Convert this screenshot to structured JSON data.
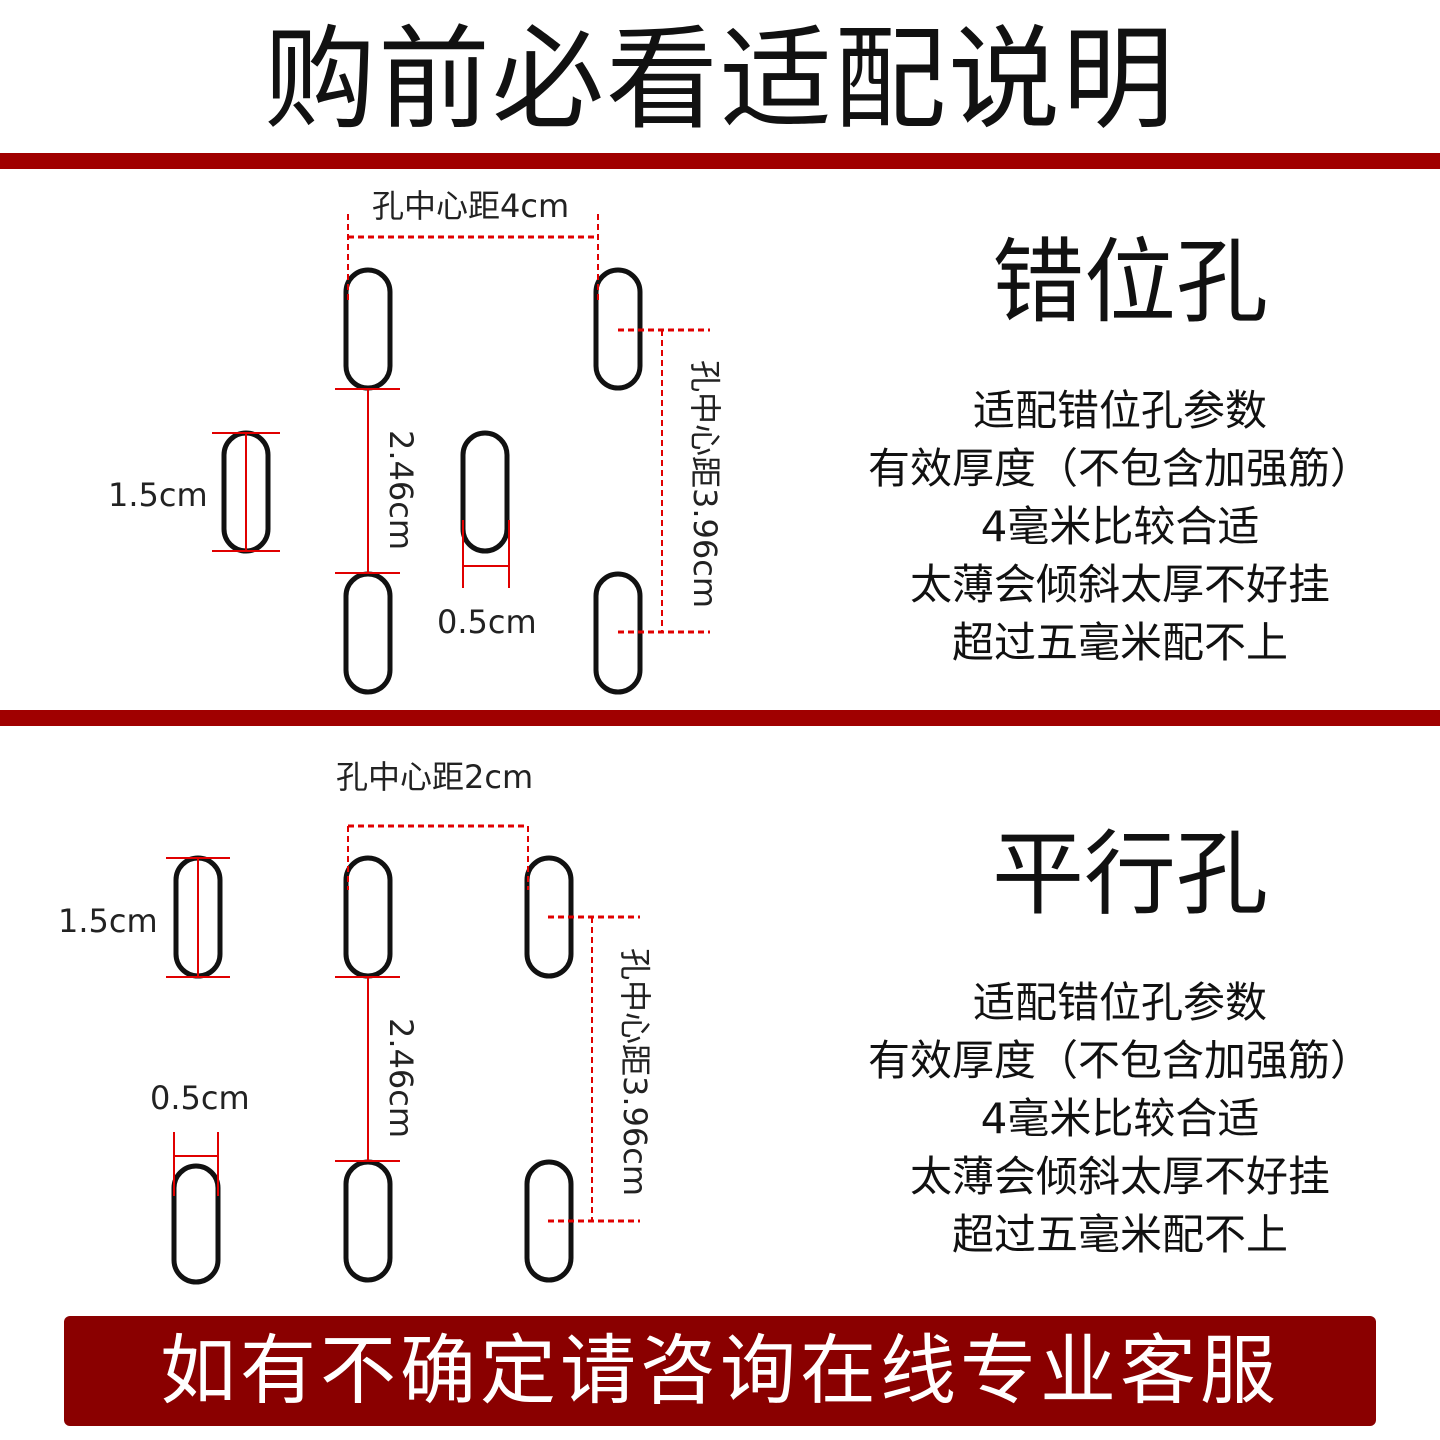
{
  "title": "购前必看适配说明",
  "colors": {
    "accent": "#a00000",
    "banner_bg": "#8a0000",
    "dim_line": "#e00000"
  },
  "section1": {
    "heading": "错位孔",
    "params": [
      "适配错位孔参数",
      "有效厚度（不包含加强筋）",
      "4毫米比较合适",
      "太薄会倾斜太厚不好挂",
      "超过五毫米配不上"
    ],
    "dims": {
      "h_center": "孔中心距4cm",
      "v_center": "孔中心距3.96cm",
      "gap": "2.46cm",
      "length": "1.5cm",
      "width": "0.5cm"
    }
  },
  "section2": {
    "heading": "平行孔",
    "params": [
      "适配错位孔参数",
      "有效厚度（不包含加强筋）",
      "4毫米比较合适",
      "太薄会倾斜太厚不好挂",
      "超过五毫米配不上"
    ],
    "dims": {
      "h_center": "孔中心距2cm",
      "v_center": "孔中心距3.96cm",
      "gap": "2.46cm",
      "length": "1.5cm",
      "width": "0.5cm"
    }
  },
  "footer": "如有不确定请咨询在线专业客服"
}
